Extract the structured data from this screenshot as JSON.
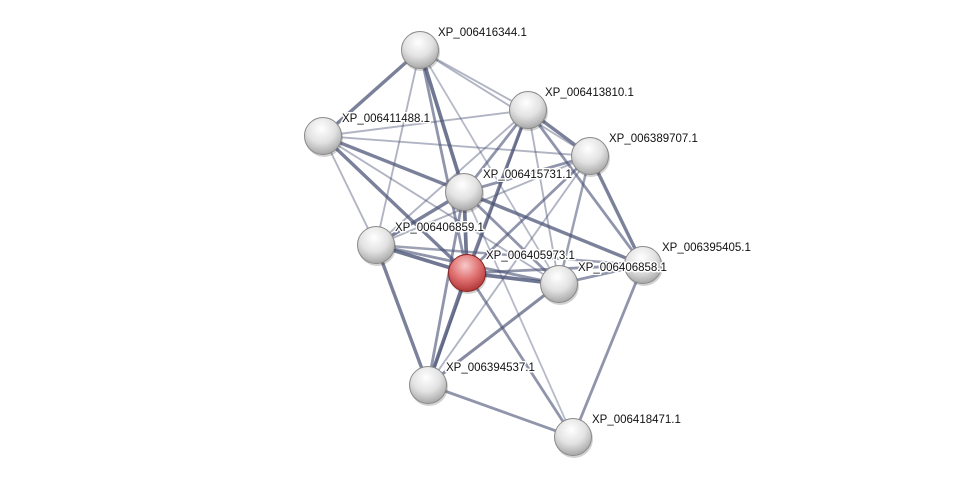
{
  "network": {
    "query_node": "XP_006405973.1",
    "colors": {
      "query_node": "#e06a6a",
      "node": "#e4e4e4",
      "edge": "#4a5275"
    },
    "nodes": [
      {
        "id": "XP_006416344.1"
      },
      {
        "id": "XP_006413810.1"
      },
      {
        "id": "XP_006411488.1"
      },
      {
        "id": "XP_006389707.1"
      },
      {
        "id": "XP_006415731.1"
      },
      {
        "id": "XP_006406859.1"
      },
      {
        "id": "XP_006405973.1"
      },
      {
        "id": "XP_006406858.1"
      },
      {
        "id": "XP_006395405.1"
      },
      {
        "id": "XP_006394537.1"
      },
      {
        "id": "XP_006418471.1"
      }
    ],
    "edges": [
      [
        "XP_006416344.1",
        "XP_006411488.1",
        0.8
      ],
      [
        "XP_006416344.1",
        "XP_006415731.1",
        0.9
      ],
      [
        "XP_006416344.1",
        "XP_006405973.1",
        0.6
      ],
      [
        "XP_006416344.1",
        "XP_006413810.1",
        0.3
      ],
      [
        "XP_006416344.1",
        "XP_006389707.1",
        0.3
      ],
      [
        "XP_006416344.1",
        "XP_006406858.1",
        0.25
      ],
      [
        "XP_006416344.1",
        "XP_006406859.1",
        0.3
      ],
      [
        "XP_006411488.1",
        "XP_006413810.1",
        0.3
      ],
      [
        "XP_006411488.1",
        "XP_006389707.1",
        0.3
      ],
      [
        "XP_006411488.1",
        "XP_006415731.1",
        0.8
      ],
      [
        "XP_006411488.1",
        "XP_006405973.1",
        0.8
      ],
      [
        "XP_006411488.1",
        "XP_006406859.1",
        0.3
      ],
      [
        "XP_006411488.1",
        "XP_006406858.1",
        0.3
      ],
      [
        "XP_006413810.1",
        "XP_006389707.1",
        0.8
      ],
      [
        "XP_006413810.1",
        "XP_006415731.1",
        0.6
      ],
      [
        "XP_006413810.1",
        "XP_006405973.1",
        0.8
      ],
      [
        "XP_006413810.1",
        "XP_006394537.1",
        0.3
      ],
      [
        "XP_006413810.1",
        "XP_006395405.1",
        0.6
      ],
      [
        "XP_006413810.1",
        "XP_006406858.1",
        0.3
      ],
      [
        "XP_006413810.1",
        "XP_006406859.1",
        0.3
      ],
      [
        "XP_006389707.1",
        "XP_006415731.1",
        0.6
      ],
      [
        "XP_006389707.1",
        "XP_006405973.1",
        0.6
      ],
      [
        "XP_006389707.1",
        "XP_006395405.1",
        0.8
      ],
      [
        "XP_006389707.1",
        "XP_006406858.1",
        0.5
      ],
      [
        "XP_006389707.1",
        "XP_006394537.1",
        0.3
      ],
      [
        "XP_006389707.1",
        "XP_006406859.1",
        0.3
      ],
      [
        "XP_006415731.1",
        "XP_006406859.1",
        0.8
      ],
      [
        "XP_006415731.1",
        "XP_006405973.1",
        0.9
      ],
      [
        "XP_006415731.1",
        "XP_006406858.1",
        0.6
      ],
      [
        "XP_006415731.1",
        "XP_006395405.1",
        0.8
      ],
      [
        "XP_006415731.1",
        "XP_006394537.1",
        0.6
      ],
      [
        "XP_006415731.1",
        "XP_006418471.1",
        0.25
      ],
      [
        "XP_006406859.1",
        "XP_006405973.1",
        0.9
      ],
      [
        "XP_006406859.1",
        "XP_006406858.1",
        0.6
      ],
      [
        "XP_006406859.1",
        "XP_006395405.1",
        0.5
      ],
      [
        "XP_006406859.1",
        "XP_006394537.1",
        0.8
      ],
      [
        "XP_006405973.1",
        "XP_006406858.1",
        0.9
      ],
      [
        "XP_006405973.1",
        "XP_006395405.1",
        0.6
      ],
      [
        "XP_006405973.1",
        "XP_006394537.1",
        0.9
      ],
      [
        "XP_006405973.1",
        "XP_006418471.1",
        0.6
      ],
      [
        "XP_006406858.1",
        "XP_006394537.1",
        0.7
      ],
      [
        "XP_006406858.1",
        "XP_006395405.1",
        0.6
      ],
      [
        "XP_006395405.1",
        "XP_006418471.1",
        0.6
      ],
      [
        "XP_006394537.1",
        "XP_006418471.1",
        0.6
      ]
    ]
  }
}
